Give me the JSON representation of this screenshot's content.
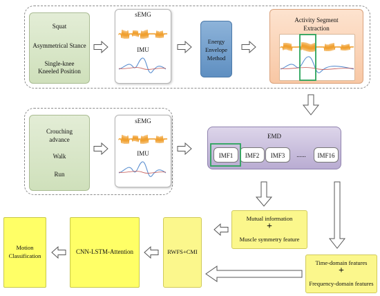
{
  "group1": {
    "activities": [
      "Squat",
      "Asymmetrical Stance",
      "Single-knee",
      "Kneeled Position"
    ],
    "semg_label": "sEMG",
    "imu_label": "IMU",
    "energy_lines": [
      "Energy",
      "Envelope",
      "Method"
    ],
    "segment_lines": [
      "Activity Segment",
      "Extraction"
    ]
  },
  "group2": {
    "activities": [
      "Crouching",
      "advance",
      "Walk",
      "Run"
    ],
    "semg_label": "sEMG",
    "imu_label": "IMU"
  },
  "emd": {
    "title": "EMD",
    "imfs": [
      "IMF1",
      "IMF2",
      "IMF3",
      "......",
      "IMF16"
    ]
  },
  "mutual": {
    "line1": "Mutual information",
    "plus": "+",
    "line2": "Muscle symmetry feature"
  },
  "time_freq": {
    "line1": "Time-domain features",
    "plus": "+",
    "line2": "Frequency-domain features"
  },
  "rwfs_label": "RWFS+CMI",
  "cnn_label": "CNN-LSTM-Attention",
  "motion_lines": [
    "Motion",
    "Classification"
  ],
  "colors": {
    "semg_orange": "#f0a030",
    "imu_blue": "#5b8fd0",
    "imu_red": "#c0504d",
    "highlight_green": "#2aa35a"
  }
}
